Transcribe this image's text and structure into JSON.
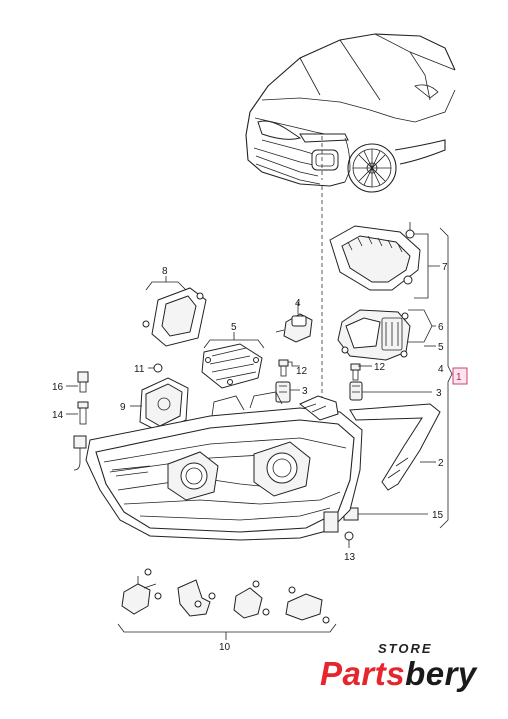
{
  "callouts": {
    "c1": "1",
    "c2": "2",
    "c3a": "3",
    "c3b": "3",
    "c4a": "4",
    "c4b": "4",
    "c5a": "5",
    "c5b": "5",
    "c6": "6",
    "c7": "7",
    "c8": "8",
    "c9": "9",
    "c10": "10",
    "c11": "11",
    "c12a": "12",
    "c12b": "12",
    "c13": "13",
    "c14": "14",
    "c15": "15",
    "c16": "16"
  },
  "brand": {
    "store": "STORE",
    "name_part1": "Parts",
    "name_part2": "bery"
  },
  "colors": {
    "highlight": "#c2185b",
    "brand_red": "#e5262c",
    "ink": "#222222"
  }
}
